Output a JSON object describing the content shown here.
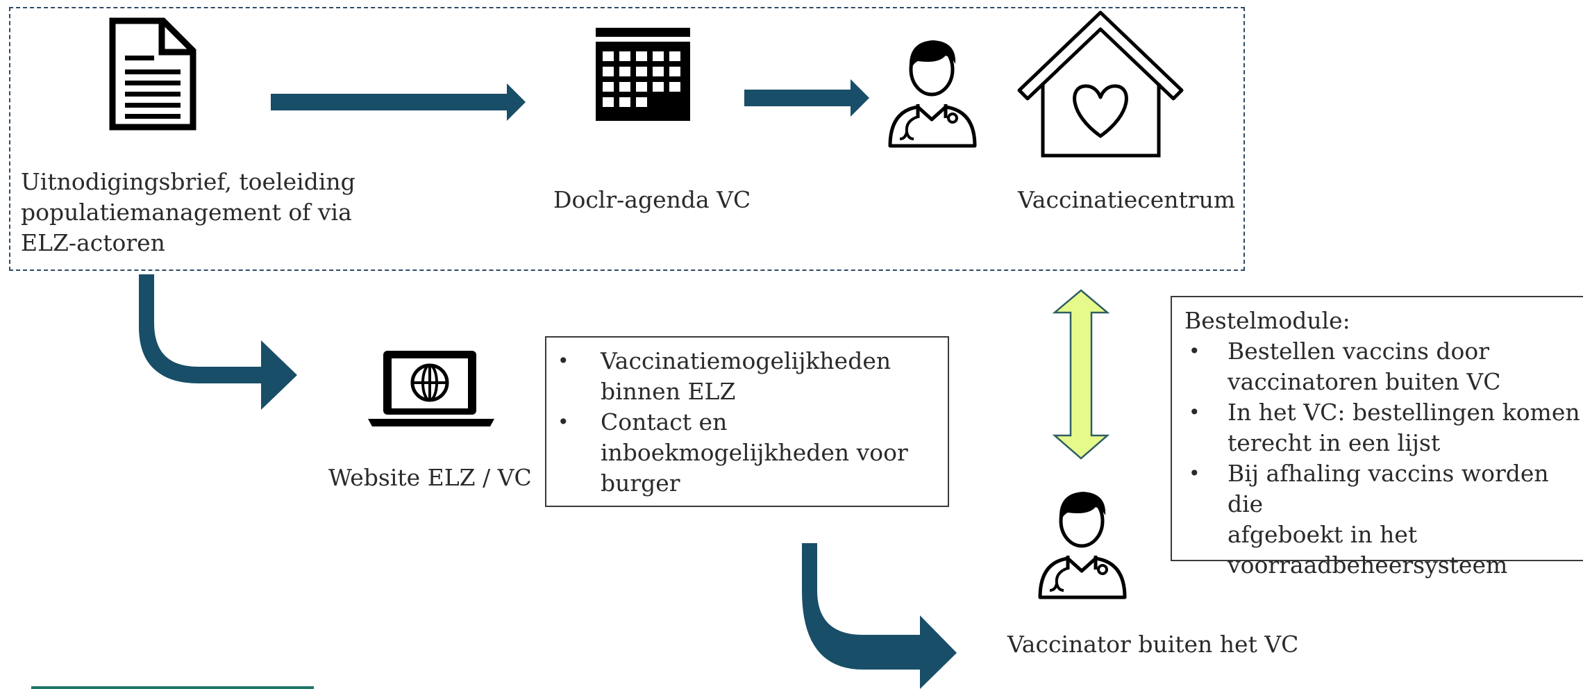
{
  "nodes": {
    "invitation": {
      "icon": "document-icon",
      "label": [
        "Uitnodigingsbrief, toeleiding",
        "populatiemanagement of via",
        "ELZ-actoren"
      ]
    },
    "agenda": {
      "icon": "calendar-icon",
      "label": "Doclr-agenda VC"
    },
    "vc_doctor": {
      "icon": "doctor-icon"
    },
    "vaccination_center": {
      "icon": "house-heart-icon",
      "label": "Vaccinatiecentrum"
    },
    "website": {
      "icon": "laptop-globe-icon",
      "label": "Website ELZ / VC"
    },
    "vaccinator": {
      "icon": "doctor-icon",
      "label": "Vaccinator buiten het VC"
    }
  },
  "website_info": {
    "bullets": [
      [
        "Vaccinatiemogelijkheden",
        "binnen ELZ"
      ],
      [
        "Contact en",
        "inboekmogelijkheden voor",
        "burger"
      ]
    ]
  },
  "order_module": {
    "title": "Bestelmodule:",
    "bullets": [
      [
        "Bestellen vaccins door",
        "vaccinatoren buiten VC"
      ],
      [
        "In het VC: bestellingen komen",
        "terecht in een lijst"
      ],
      [
        "Bij afhaling vaccins worden die",
        "afgeboekt in het",
        "voorraadbeheersysteem"
      ]
    ]
  },
  "colors": {
    "arrow": "#184e68",
    "double_arrow_fill": "#e6fa8c",
    "double_arrow_stroke": "#2f5e62",
    "dashed_border": "#2e4a66",
    "footer_line": "#1f7566"
  }
}
